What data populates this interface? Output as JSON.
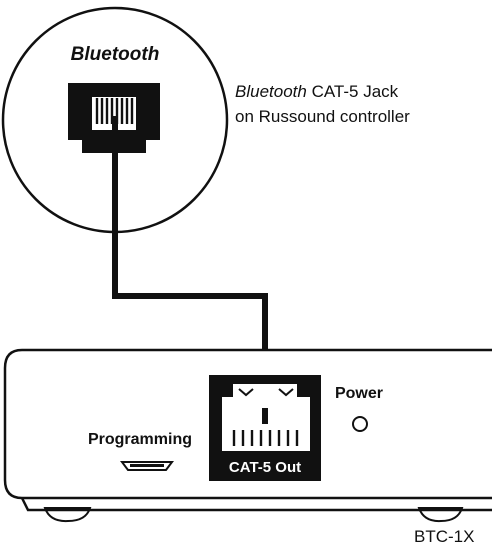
{
  "jack_circle": {
    "title": "Bluetooth"
  },
  "caption": {
    "line1_italic": "Bluetooth",
    "line1_rest": " CAT-5 Jack",
    "line2": "on Russound controller"
  },
  "device": {
    "programming_label": "Programming",
    "port_label": "CAT-5 Out",
    "power_label": "Power"
  },
  "model_number": "BTC-1X",
  "colors": {
    "ink": "#111111",
    "background": "#ffffff"
  }
}
